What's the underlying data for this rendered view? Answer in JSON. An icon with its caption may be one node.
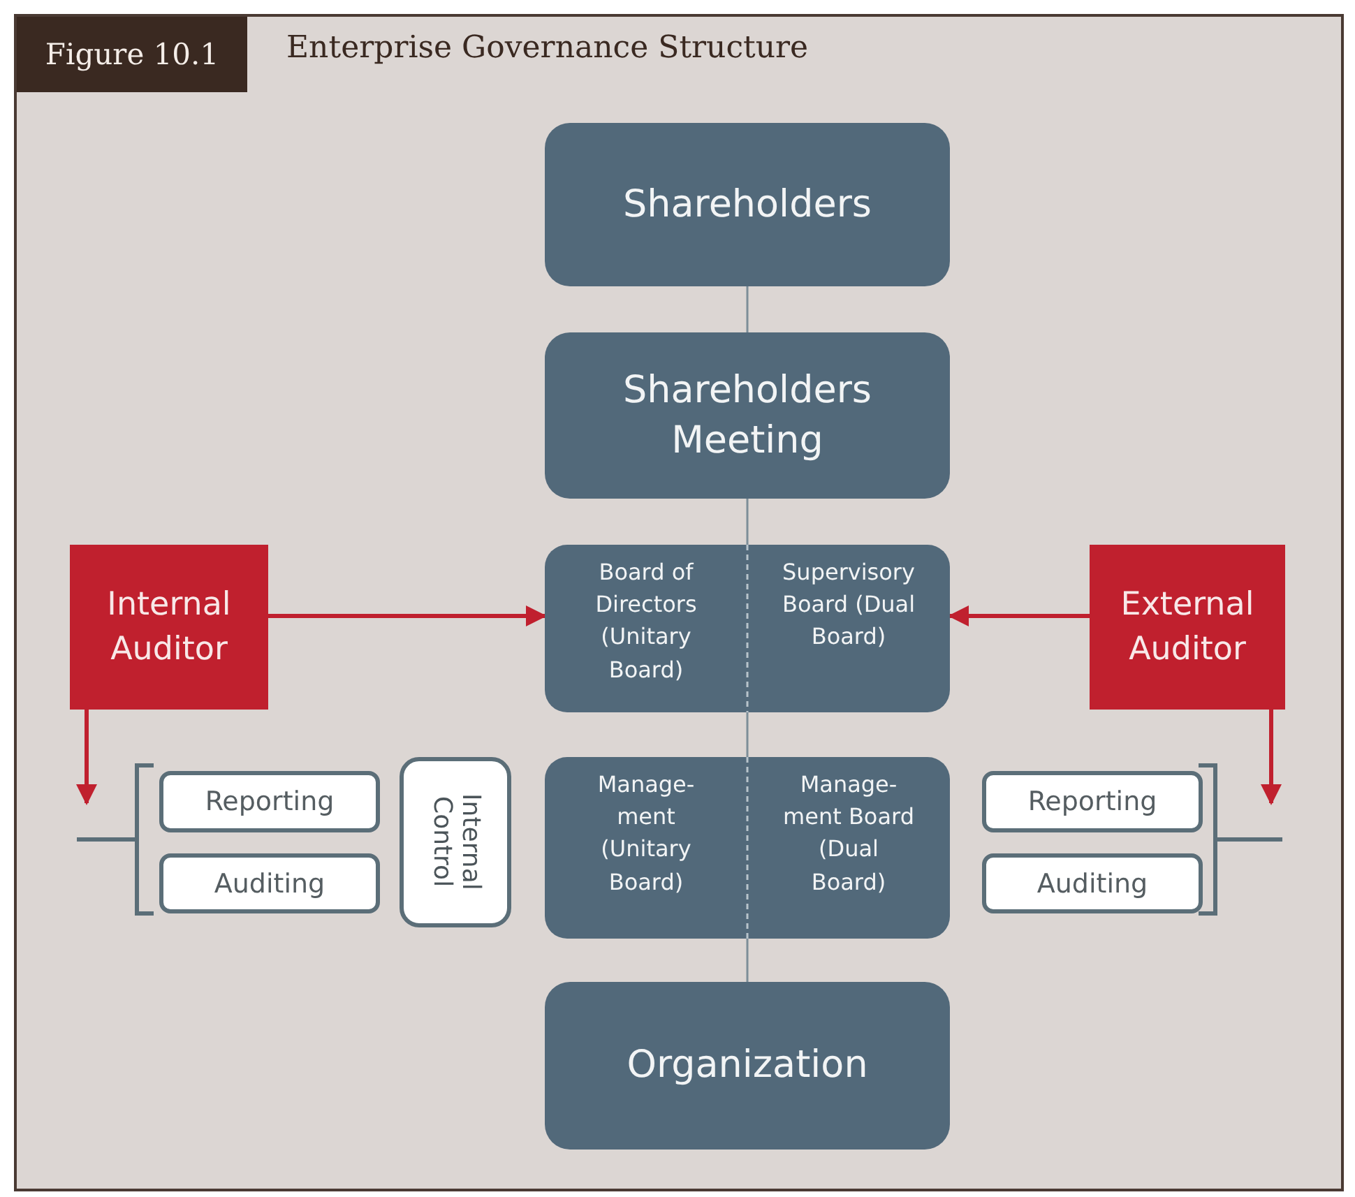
{
  "diagram": {
    "title": "Enterprise Governance Structure",
    "nodes": [
      {
        "text": [
          "Shareholders"
        ]
      },
      {
        "text": [
          "Shareholders Meeting"
        ]
      },
      {
        "text": [
          "Board of Directors (Unitary Board)",
          "Supervisory Board (Dual Board)"
        ]
      },
      {
        "text": [
          "Manage- ment (Unitary Board)",
          "Manage- ment Board (Dual Board)"
        ]
      },
      {
        "text": [
          "Organization"
        ]
      },
      {
        "text": [
          "Internal Auditor"
        ]
      },
      {
        "text": [
          "External Auditor"
        ]
      },
      {
        "text": [
          "Reporting"
        ]
      },
      {
        "text": [
          "Auditing"
        ]
      },
      {
        "text": [
          "Internal Control"
        ]
      },
      {
        "text": [
          "Reporting"
        ]
      },
      {
        "text": [
          "Auditing"
        ]
      }
    ],
    "edges": [
      {
        "from": 0,
        "to": 1,
        "arrow": "none"
      },
      {
        "from": 1,
        "to": 2,
        "arrow": "none"
      },
      {
        "from": 2,
        "to": 3,
        "arrow": "none"
      },
      {
        "from": 3,
        "to": 4,
        "arrow": "none"
      },
      {
        "from": 5,
        "to": 2,
        "arrow": "to",
        "style": "thick",
        "color": "#c0202e"
      },
      {
        "from": 6,
        "to": 2,
        "arrow": "to",
        "style": "thick",
        "color": "#c0202e"
      },
      {
        "from": 5,
        "to": null,
        "arrow": "to",
        "style": "thick",
        "color": "#c0202e"
      },
      {
        "from": 6,
        "to": null,
        "arrow": "to",
        "style": "thick",
        "color": "#c0202e"
      }
    ],
    "labels": [
      "Figure 10.1"
    ]
  }
}
